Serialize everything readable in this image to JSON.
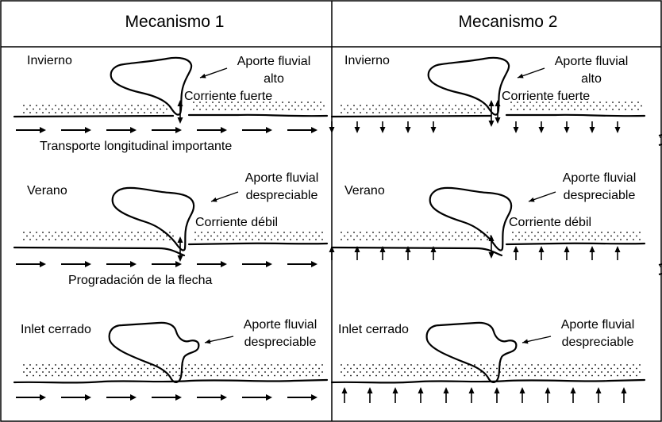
{
  "headers": {
    "mecanismo_1": "Mecanismo 1",
    "mecanismo_2": "Mecanismo 2"
  },
  "rows": [
    {
      "season": "Invierno",
      "aporte_line1": "Aporte fluvial",
      "aporte_line2": "alto",
      "corriente": "Corriente fuerte",
      "caption_m1": "Transporte longitudinal importante"
    },
    {
      "season": "Verano",
      "aporte_line1": "Aporte fluvial",
      "aporte_line2": "despreciable",
      "corriente": "Corriente débil",
      "caption_m1": "Progradación de la flecha"
    },
    {
      "season": "Inlet cerrado",
      "aporte_line1": "Aporte fluvial",
      "aporte_line2": "despreciable"
    }
  ],
  "colors": {
    "ink": "#000000",
    "background": "#ffffff"
  }
}
